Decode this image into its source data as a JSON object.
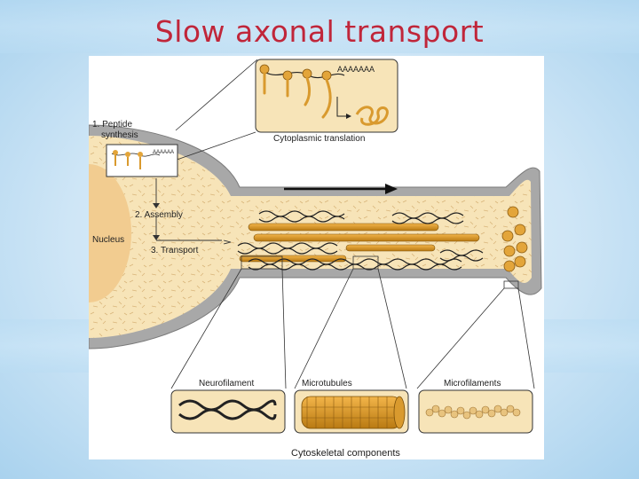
{
  "slide": {
    "title": "Slow axonal transport"
  },
  "diagram": {
    "labels": {
      "step1_line1": "1. Peptide",
      "step1_line2": "synthesis",
      "step2": "2. Assembly",
      "step3": "3. Transport",
      "nucleus": "Nucleus",
      "cytoplasmic": "Cytoplasmic translation",
      "polyA_big": "AAAAAAA",
      "polyA_small": "AAAAAA",
      "neurofilament": "Neurofilament",
      "microtubules": "Microtubules",
      "microfilaments": "Microfilaments",
      "cytoskeletal": "Cytoskeletal components"
    }
  }
}
